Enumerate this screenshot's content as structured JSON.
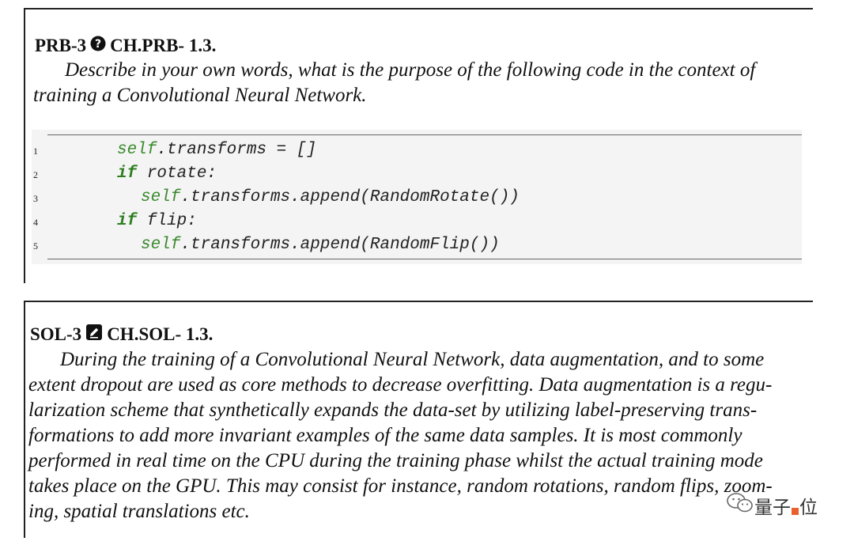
{
  "problem": {
    "label": "PRB-3",
    "icon": "question-circle-icon",
    "chapter_ref": "CH.PRB- 1.3.",
    "text_lines": [
      "Describe in your own words, what is the purpose of the following code in the context of",
      "training a Convolutional Neural Network."
    ],
    "code": [
      {
        "no": "1",
        "self": "self",
        "kw": "",
        "rest": ".transforms = []"
      },
      {
        "no": "2",
        "self": "",
        "kw": "if",
        "rest": " rotate:"
      },
      {
        "no": "3",
        "self": "self",
        "kw": "",
        "rest": ".transforms.append(RandomRotate())"
      },
      {
        "no": "4",
        "self": "",
        "kw": "if",
        "rest": " flip:"
      },
      {
        "no": "5",
        "self": "self",
        "kw": "",
        "rest": ".transforms.append(RandomFlip())"
      }
    ]
  },
  "solution": {
    "label": "SOL-3",
    "icon": "edit-square-icon",
    "chapter_ref": "CH.SOL- 1.3.",
    "text_lines": [
      "During the training of a Convolutional Neural Network, data augmentation, and to some",
      "extent dropout are used as core methods to decrease overfitting. Data augmentation is a regu-",
      "larization scheme that synthetically expands the data-set by utilizing label-preserving trans-",
      "formations to add more invariant examples of the same data samples. It is most commonly",
      "performed in real time on the CPU during the training phase whilst the actual training mode",
      "takes place on the GPU. This may consist for instance, random rotations, random flips, zoom-",
      "ing, spatial translations etc."
    ]
  },
  "watermark": {
    "icon": "wechat-icon",
    "text_a": "量子",
    "text_b": "位",
    "accent": "#e8602c"
  },
  "colors": {
    "keyword": "#2e7d1f",
    "self": "#3b8a2e",
    "code_bg": "#f4f4f4"
  }
}
